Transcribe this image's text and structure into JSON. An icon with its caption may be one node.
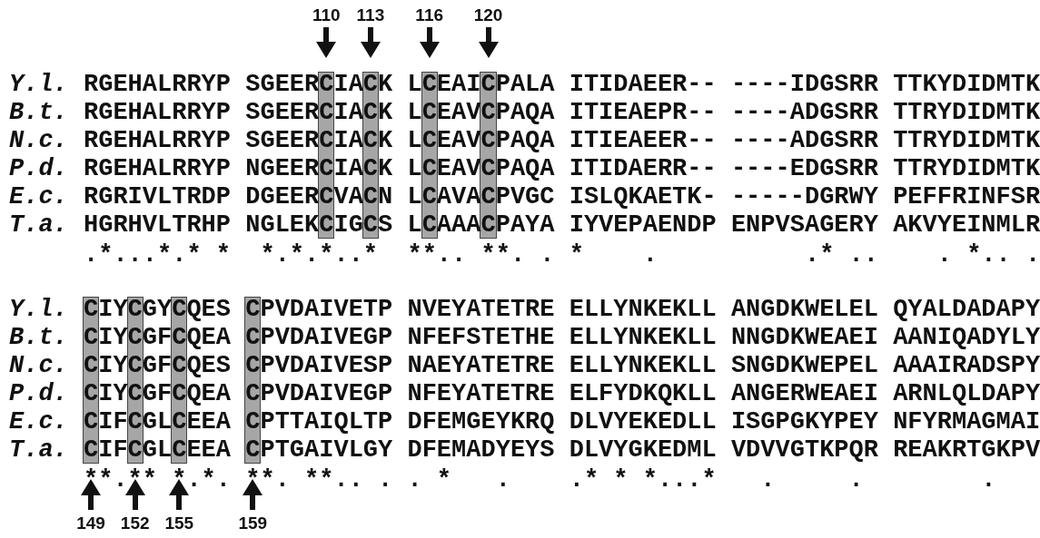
{
  "diagram": {
    "labels": [
      "110",
      "113",
      "116",
      "120",
      "Y.l.",
      "RGEHALRRYP SGEERCIACK LCEAICPALA ITIDAEER-- ----IDGSRR TTKYDIDMTK",
      "B.t.",
      "RGEHALRRYP SGEERCIACK LCEAVCPAQA ITIEAEPR-- ----ADGSRR TTRYDIDMTK",
      "N.c.",
      "RGEHALRRYP SGEERCIACK LCEAVCPAQA ITIEAEER-- ----ADGSRR TTRYDIDMTK",
      "P.d.",
      "RGEHALRRYP NGEERCIACK LCEAVCPAQA ITIDAERR-- ----EDGSRR TTRYDIDMTK",
      "E.c.",
      "RGRIVLTRDP DGEERCVACN LCAVACPVGC ISLQKAETK- -----DGRWY PEFFRINFSR",
      "T.a.",
      "HGRHVLTRHP NGLEKCIGCS LCAAACPAYA IYVEPAENDP ENPVSAGERY AKVYEINMLR",
      ".*...*.* *  *.*.*..*  **.. **. . *    .          .* ..    . *.. .",
      "Y.l.",
      "CIYCGYCQES CPVDAIVETP NVEYATETRE ELLYNKEKLL ANGDKWELEL QYALDADAPY",
      "B.t.",
      "CIYCGFCQEA CPVDAIVEGP NFEFSTETHE ELLYNKEKLL NNGDKWEAEI AANIQADYLY",
      "N.c.",
      "CIYCGFCQES CPVDAIVESP NAEYATETRE ELLYNKEKLL SNGDKWEPEL AAAIRADSPY",
      "P.d.",
      "CIYCGFCQEA CPVDAIVEGP NFEYATETRE ELFYDKQKLL ANGERWEAEI ARNLQLDAPY",
      "E.c.",
      "CIFCGLCEEA CPTTAIQLTP DFEMGEYKRQ DLVYEKEDLL ISGPGKYPEY NFYRMAGMAI",
      "T.a.",
      "CIFCGLCEEA CPTGAIVLGY DFEMADYEYS DLVYGKEDML VDVVGTKPQR REAKRTGKPV",
      "**.** *.*. **. **.. . . *   .    .* * *...*   .     .        .",
      "149",
      "152",
      "155",
      "159"
    ]
  }
}
